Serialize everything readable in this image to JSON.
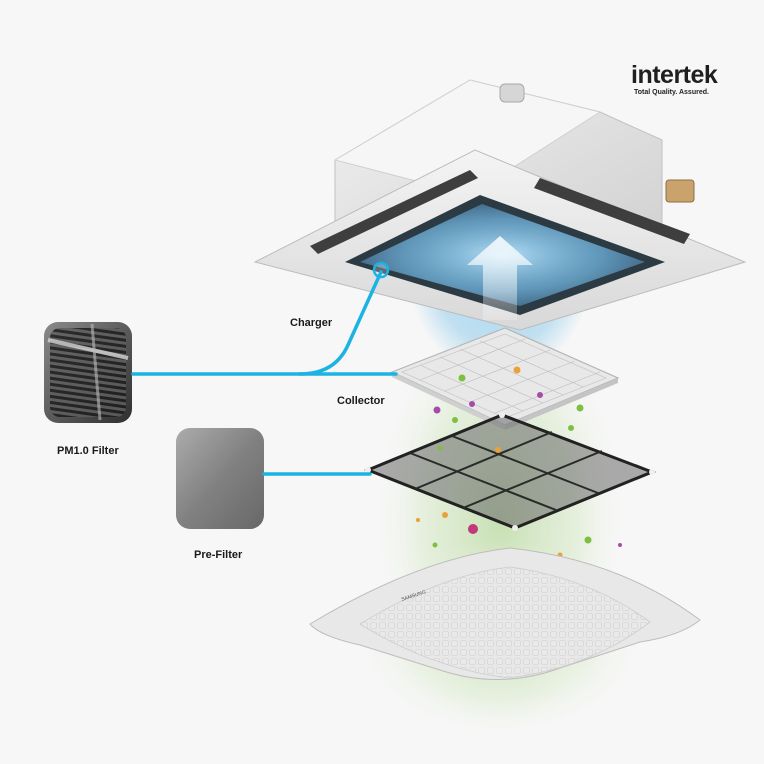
{
  "diagram": {
    "type": "exploded-product-view",
    "subject": "4-way ceiling cassette air conditioner",
    "labels": {
      "charger": "Charger",
      "collector": "Collector",
      "pm10_filter": "PM1.0 Filter",
      "pre_filter": "Pre-Filter"
    },
    "brand": {
      "name": "intertek",
      "tagline": "Total Quality. Assured.",
      "panel_brand": "SAMSUNG"
    },
    "colors": {
      "background": "#f7f7f7",
      "connector": "#1bb3e3",
      "airflow": "#8fd0ee",
      "mist": "#b9dba0",
      "particles_green": "#7fbf3f",
      "particles_purple": "#a64ca6",
      "particles_orange": "#e9a23b",
      "filter_dark": "#2b2b2b",
      "unit_body": "#e4e4e4"
    }
  }
}
